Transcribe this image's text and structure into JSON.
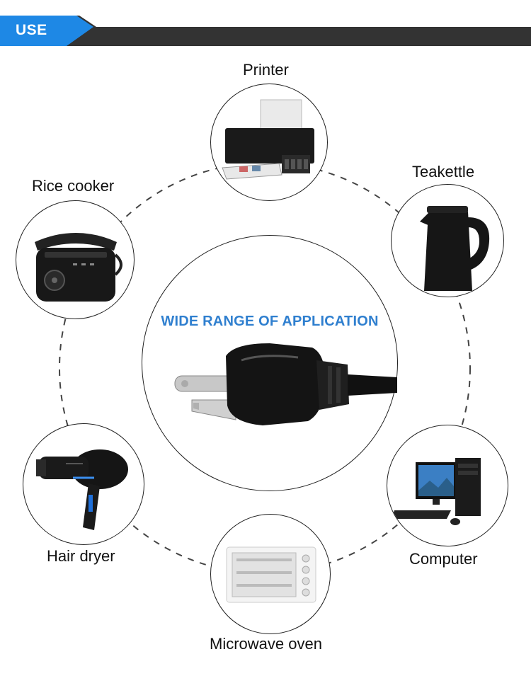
{
  "header": {
    "title": "USE",
    "accent_color": "#1e88e5",
    "bar_color": "#333333"
  },
  "center": {
    "title": "WIDE RANGE OF APPLICATION",
    "title_color": "#2f7fcf",
    "icon": "plug-icon"
  },
  "appliances": [
    {
      "label": "Printer",
      "icon": "printer-icon"
    },
    {
      "label": "Teakettle",
      "icon": "kettle-icon"
    },
    {
      "label": "Computer",
      "icon": "computer-icon"
    },
    {
      "label": "Microwave oven",
      "icon": "oven-icon"
    },
    {
      "label": "Hair dryer",
      "icon": "hair-dryer-icon"
    },
    {
      "label": "Rice cooker",
      "icon": "rice-cooker-icon"
    }
  ]
}
